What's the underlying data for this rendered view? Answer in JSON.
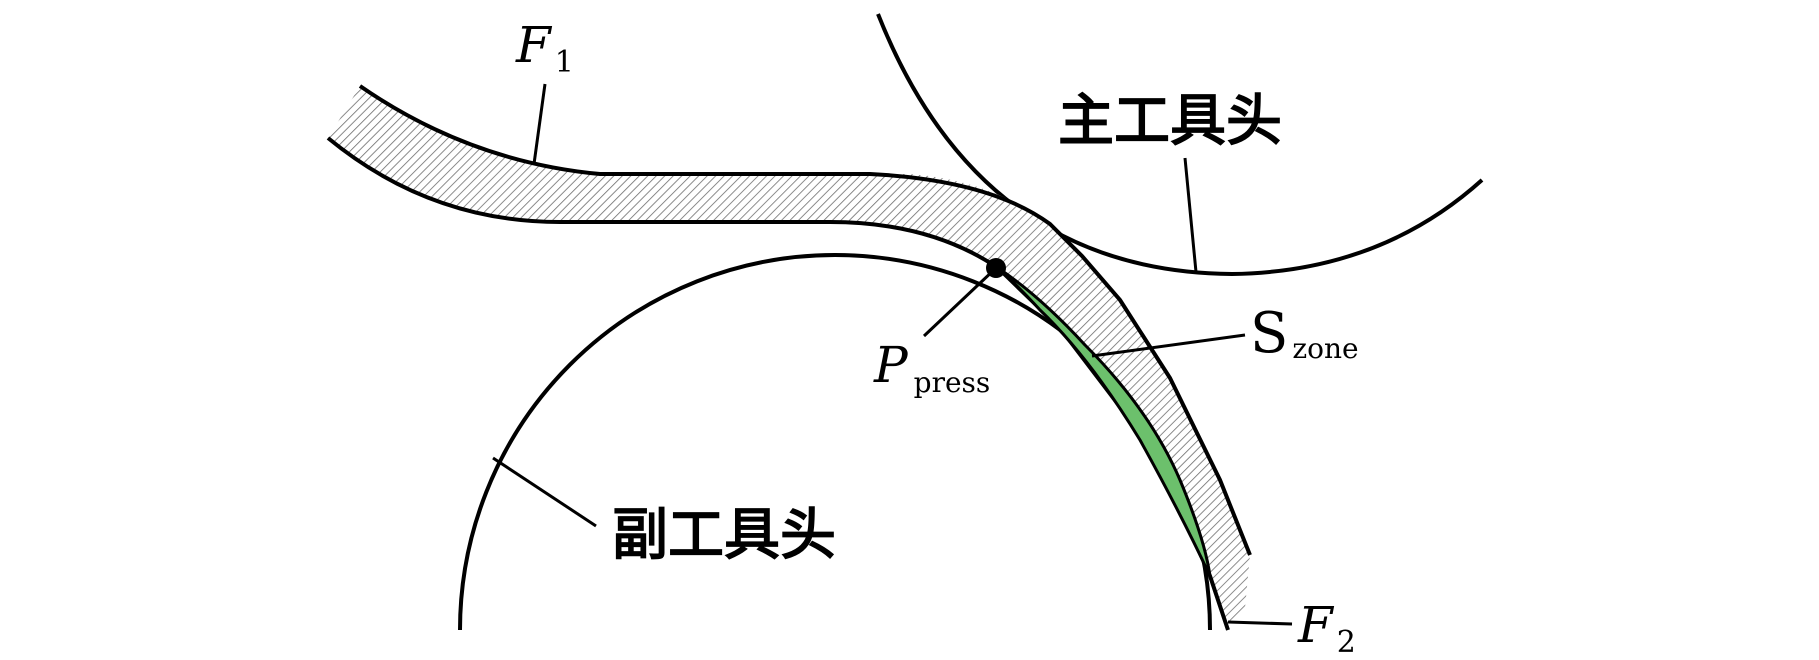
{
  "labels": {
    "f1": "F",
    "f1_sub": "1",
    "f2": "F",
    "f2_sub": "2",
    "main_tool_head": "主工具头",
    "secondary_tool_head": "副工具头",
    "p_press": "P",
    "p_press_sub": "press",
    "s_zone": "S",
    "s_zone_sub": "zone"
  },
  "colors": {
    "stroke": "#000000",
    "hatch": "#6e6e6e",
    "hatch_background": "#ffffff",
    "zone_fill": "#6cc06c"
  }
}
